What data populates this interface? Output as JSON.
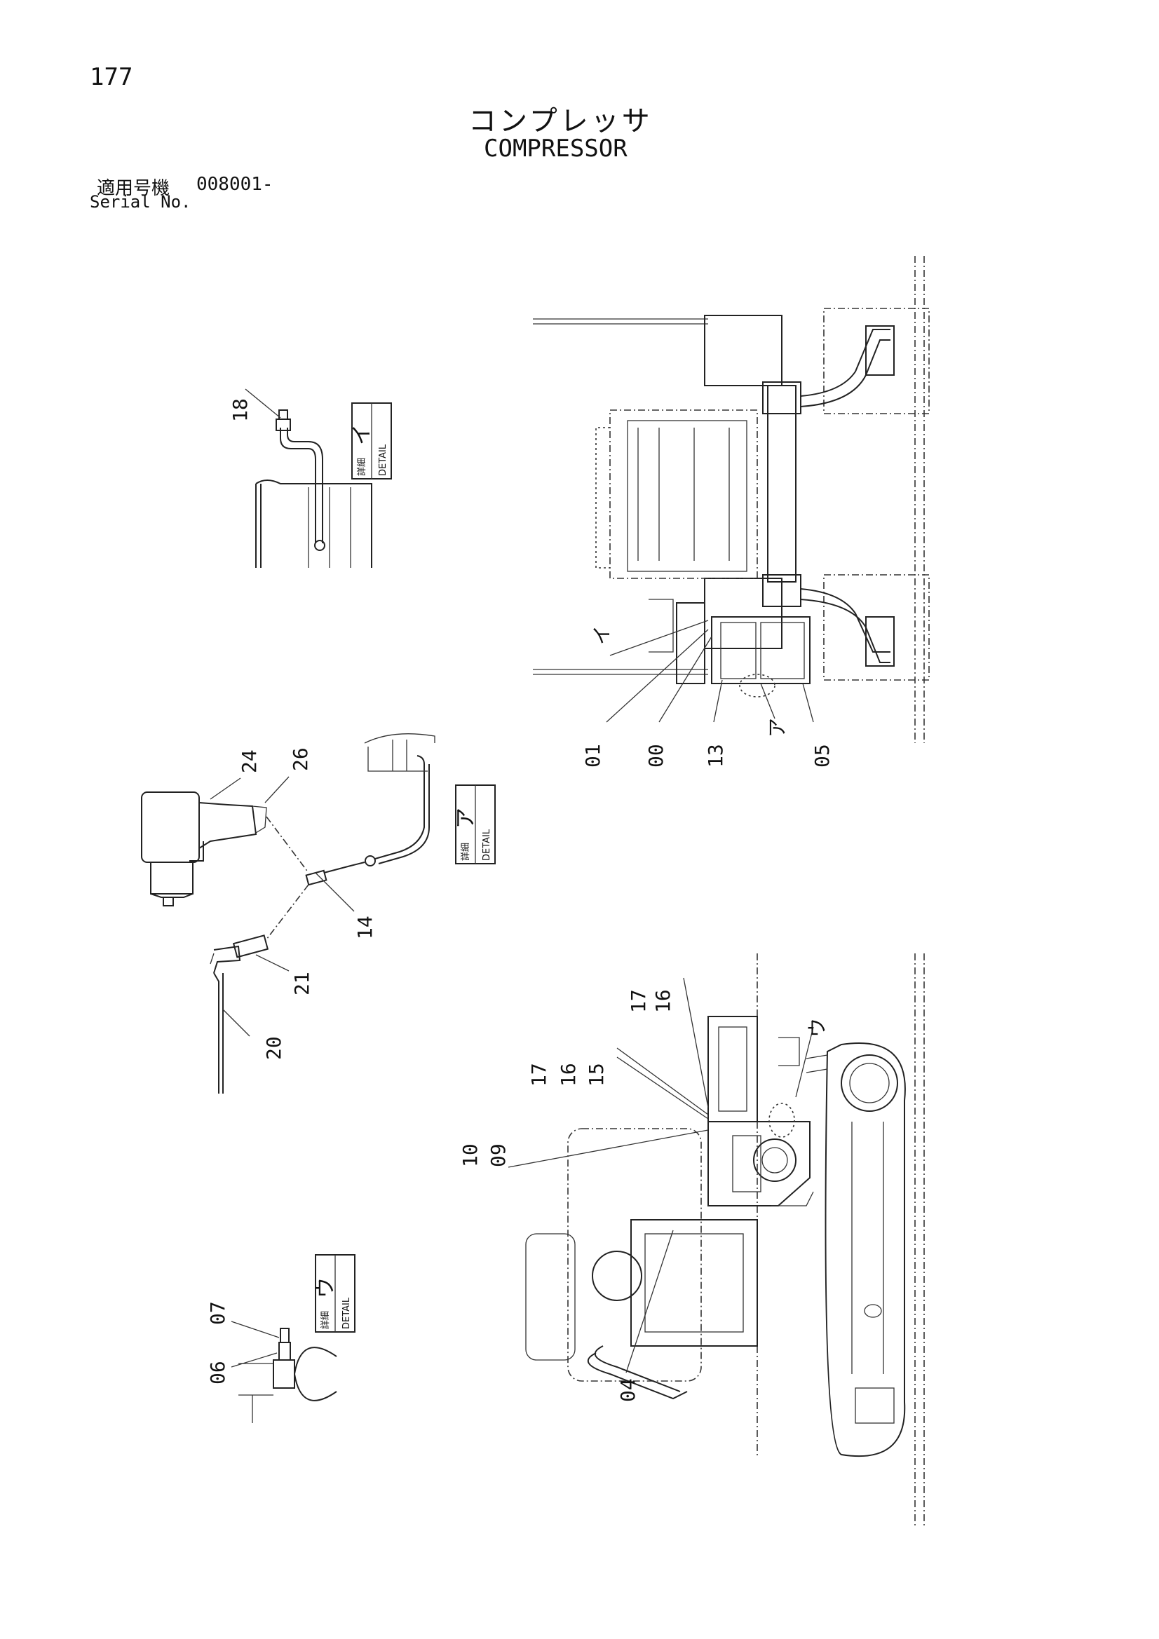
{
  "header": {
    "page_number": "177",
    "title_jp": "コンプレッサ",
    "title_en": "COMPRESSOR",
    "serial_label_jp": "適用号機",
    "serial_value": "008001-",
    "serial_label_en": "Serial No."
  },
  "details": [
    {
      "label_jp": "詳細",
      "label_en": "DETAIL",
      "mark": "イ"
    },
    {
      "label_jp": "詳細",
      "label_en": "DETAIL",
      "mark": "ア"
    },
    {
      "label_jp": "詳細",
      "label_en": "DETAIL",
      "mark": "ウ"
    }
  ],
  "callouts": [
    "18",
    "24",
    "26",
    "14",
    "21",
    "20",
    "07",
    "06",
    "01",
    "00",
    "13",
    "05",
    "イ",
    "ア",
    "17",
    "16",
    "17",
    "16",
    "15",
    "10",
    "09",
    "04",
    "ウ"
  ]
}
